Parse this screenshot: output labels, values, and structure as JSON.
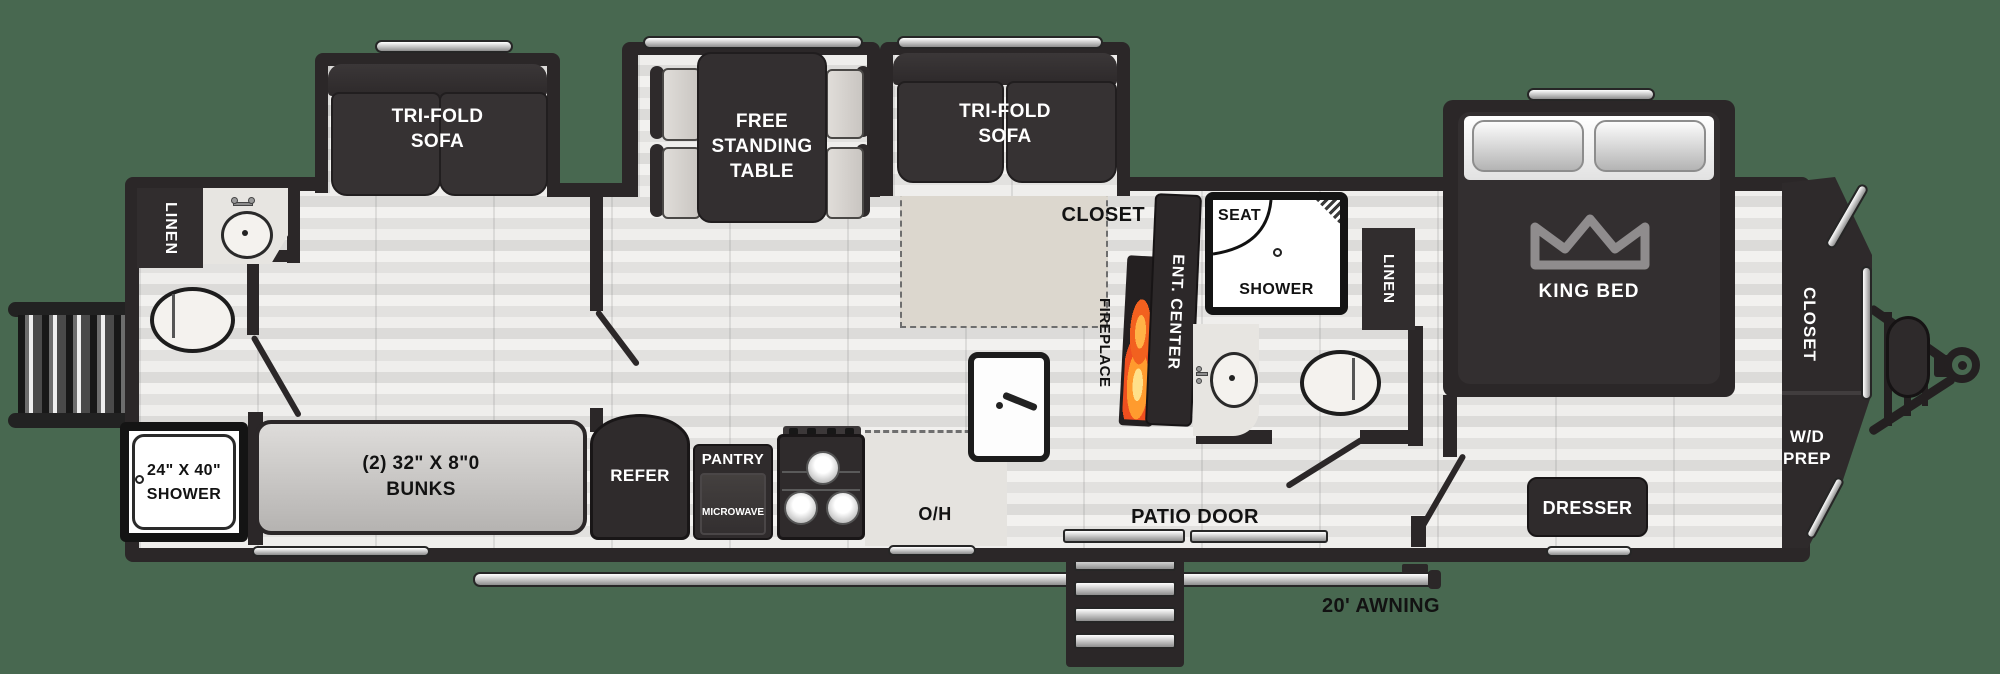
{
  "colors": {
    "background_green": "#486850",
    "wall_dark": "#2b2728",
    "floor_light": "#ececea",
    "closet_area_beige": "#dcd7ce",
    "flame_orange": "#f2611f",
    "silver": "#d9d9d9"
  },
  "slide_outs": {
    "bunk_sofa": {
      "line1": "TRI-FOLD",
      "line2": "SOFA"
    },
    "dinette": {
      "line1": "FREE",
      "line2": "STANDING",
      "line3": "TABLE"
    },
    "living_sofa": {
      "line1": "TRI-FOLD",
      "line2": "SOFA"
    },
    "king_bed": {
      "label": "KING BED"
    }
  },
  "rear_bath": {
    "linen": "LINEN",
    "shower_size": "24\" X 40\"",
    "shower": "SHOWER"
  },
  "bunk_room": {
    "bunks_size": "(2) 32\" X 8\"0",
    "bunks": "BUNKS"
  },
  "living": {
    "closet": "CLOSET",
    "fireplace": "FIREPLACE",
    "ent_center": "ENT. CENTER"
  },
  "kitchen": {
    "refer": "REFER",
    "pantry": "PANTRY",
    "microwave": "MICROWAVE",
    "overhead": "O/H"
  },
  "mid_bath": {
    "seat": "SEAT",
    "shower": "SHOWER",
    "linen": "LINEN"
  },
  "bedroom": {
    "dresser": "DRESSER"
  },
  "front": {
    "closet": "CLOSET",
    "wd_line1": "W/D",
    "wd_line2": "PREP"
  },
  "exterior": {
    "patio_door": "PATIO DOOR",
    "awning": "20' AWNING"
  }
}
